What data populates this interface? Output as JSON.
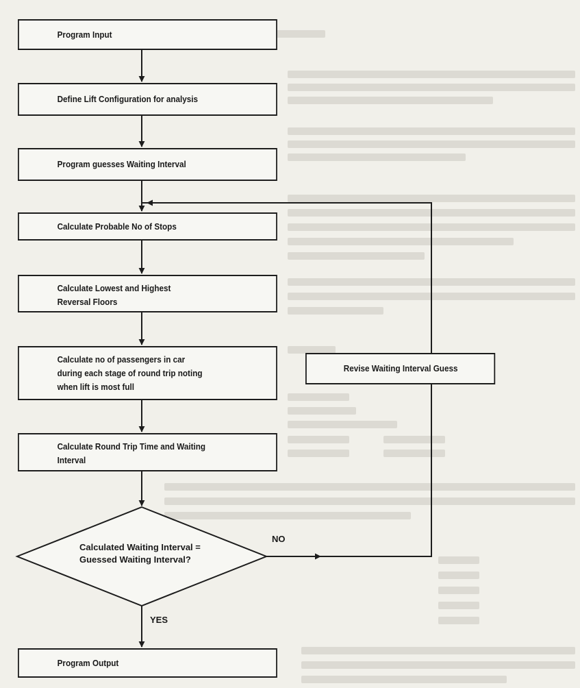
{
  "steps": {
    "input": "Program Input",
    "define": "Define Lift Configuration for analysis",
    "guess": "Program guesses Waiting Interval",
    "stops": "Calculate Probable No of Stops",
    "reversal": "Calculate Lowest and Highest\nReversal Floors",
    "passengers": "Calculate no of passengers in car\nduring each stage of round trip noting\nwhen lift is most full",
    "round_trip": "Calculate Round Trip Time and Waiting\nInterval",
    "output": "Program Output"
  },
  "decision": {
    "text": "Calculated Waiting Interval =\nGuessed Waiting Interval?",
    "no_label": "NO",
    "yes_label": "YES"
  },
  "revise": "Revise Waiting Interval Guess"
}
